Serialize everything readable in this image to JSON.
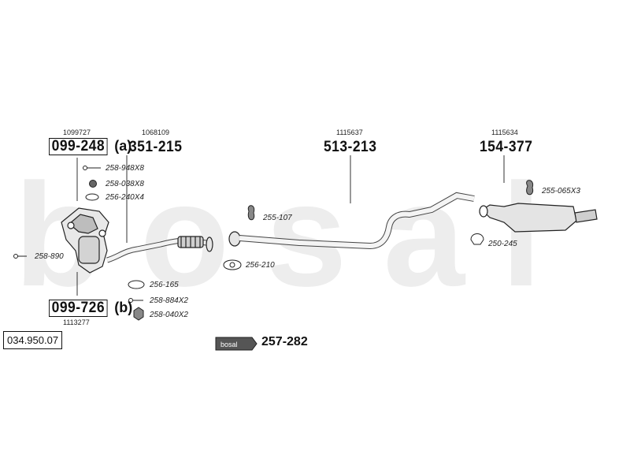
{
  "watermark": "bosal",
  "catalog_number": "034.950.07",
  "kit_number": "257-282",
  "kit_badge_text": "bosal",
  "top_parts": [
    {
      "ref": "1099727",
      "code": "099-248",
      "suffix": "(a)"
    },
    {
      "ref": "1068109",
      "code": "351-215"
    },
    {
      "ref": "1115637",
      "code": "513-213"
    },
    {
      "ref": "1115634",
      "code": "154-377"
    }
  ],
  "bottom_part": {
    "code": "099-726",
    "suffix": "(b)",
    "ref": "1113277"
  },
  "accessories": {
    "a1": "258-948X8",
    "a2": "258-038X8",
    "a3": "256-240X4",
    "b1": "258-884X2",
    "b2": "258-040X2",
    "bolt": "258-890",
    "gasket_front": "256-165",
    "hanger_mid": "255-107",
    "gasket_mid": "256-210",
    "hanger_rear": "255-065X3",
    "clamp_rear": "250-245"
  }
}
